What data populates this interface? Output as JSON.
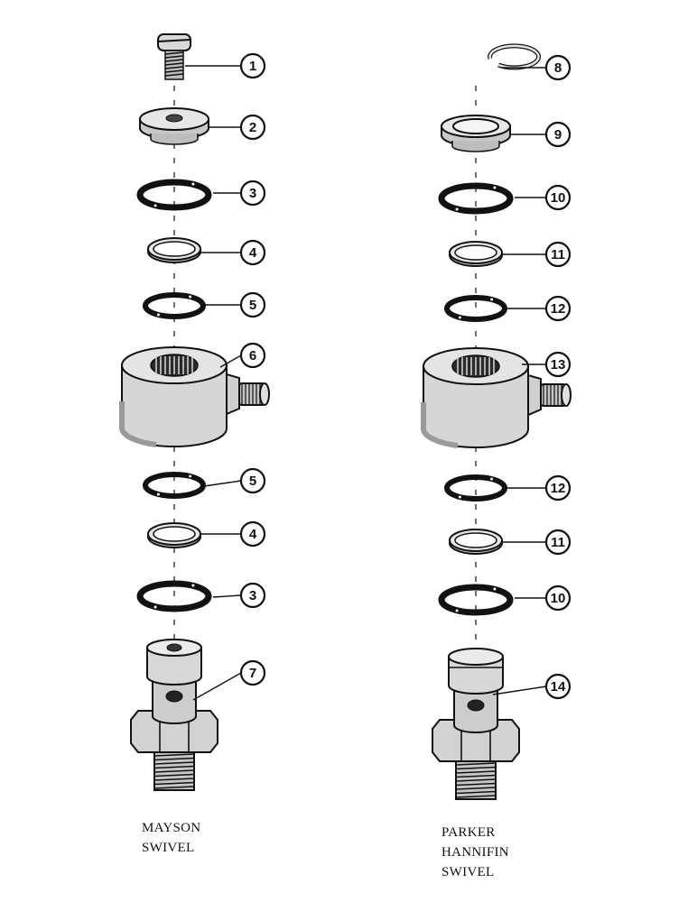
{
  "assemblies": [
    {
      "id": "mayson",
      "title_lines": [
        "MAYSON",
        "SWIVEL"
      ],
      "callouts": [
        "1",
        "2",
        "3",
        "4",
        "5",
        "6",
        "5",
        "4",
        "3",
        "7"
      ]
    },
    {
      "id": "parker",
      "title_lines": [
        "PARKER",
        "HANNIFIN",
        "SWIVEL"
      ],
      "callouts": [
        "8",
        "9",
        "10",
        "11",
        "12",
        "13",
        "12",
        "11",
        "10",
        "14"
      ]
    }
  ]
}
